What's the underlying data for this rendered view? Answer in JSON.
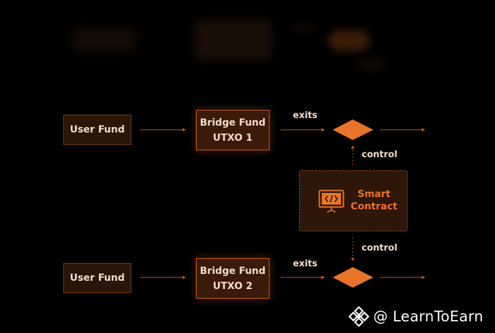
{
  "nodes": {
    "user_fund_1": "User Fund",
    "user_fund_2": "User Fund",
    "bridge_fund_1": {
      "line1": "Bridge Fund",
      "line2": "UTXO 1"
    },
    "bridge_fund_2": {
      "line1": "Bridge Fund",
      "line2": "UTXO 2"
    },
    "smart_contract": {
      "line1": "Smart",
      "line2": "Contract"
    }
  },
  "edge_labels": {
    "exits_1": "exits",
    "exits_2": "exits",
    "control_1": "control",
    "control_2": "control"
  },
  "watermark": {
    "text": "@ LearnToEarn",
    "icon": "binance-logo-icon"
  },
  "colors": {
    "accent": "#e8742a",
    "arrow": "#c25a1c",
    "background": "#000000"
  }
}
